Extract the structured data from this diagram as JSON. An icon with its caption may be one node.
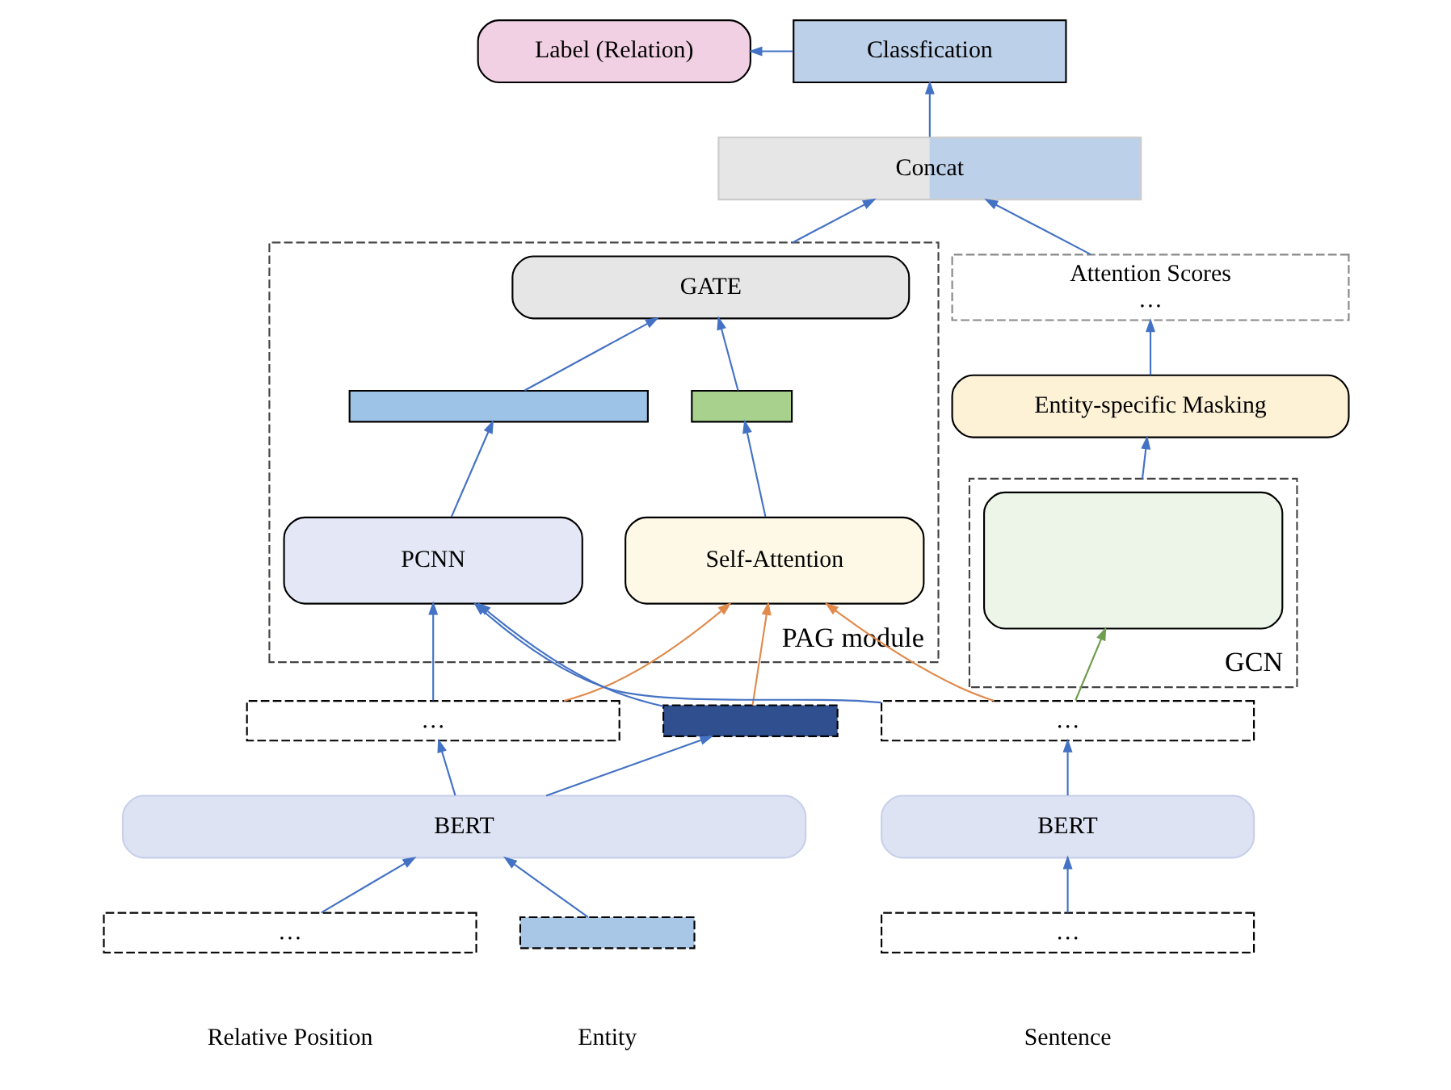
{
  "diagram": {
    "nodes": [
      {
        "text": [
          "Label (Relation)"
        ]
      },
      {
        "text": [
          "Classfication"
        ]
      },
      {
        "text": [
          "Concat"
        ]
      },
      {
        "text": [
          "PAG module"
        ]
      },
      {
        "text": [
          "GATE"
        ],
        "in": 3
      },
      {
        "text": [],
        "shape": "bar",
        "in": 3
      },
      {
        "text": [],
        "shape": "bar",
        "in": 3
      },
      {
        "text": [
          "PCNN"
        ],
        "in": 3
      },
      {
        "text": [
          "Self-Attention"
        ],
        "in": 3
      },
      {
        "text": [
          "Attention Scores",
          "…"
        ]
      },
      {
        "text": [
          "Entity-specific Masking"
        ]
      },
      {
        "text": [
          "GCN"
        ]
      },
      {
        "text": [],
        "shape": "box",
        "in": 11
      },
      {
        "text": [
          "…"
        ]
      },
      {
        "text": [],
        "shape": "bar"
      },
      {
        "text": [
          "…"
        ]
      },
      {
        "text": [
          "BERT"
        ]
      },
      {
        "text": [
          "BERT"
        ]
      },
      {
        "text": [
          "…"
        ],
        "beside": [
          "Relative Position"
        ]
      },
      {
        "text": [],
        "shape": "bar",
        "beside": [
          "Entity"
        ]
      },
      {
        "text": [
          "…"
        ],
        "beside": [
          "Sentence"
        ]
      }
    ],
    "edges": [
      {
        "from": 1,
        "to": 0,
        "arrow": "to"
      },
      {
        "from": 2,
        "to": 1,
        "arrow": "to"
      },
      {
        "from": 3,
        "to": 2,
        "arrow": "to"
      },
      {
        "from": 9,
        "to": 2,
        "arrow": "to"
      },
      {
        "from": 10,
        "to": 9,
        "arrow": "to"
      },
      {
        "from": 11,
        "to": 10,
        "arrow": "to"
      },
      {
        "from": 5,
        "to": 4,
        "arrow": "to"
      },
      {
        "from": 6,
        "to": 4,
        "arrow": "to"
      },
      {
        "from": 7,
        "to": 5,
        "arrow": "to"
      },
      {
        "from": 8,
        "to": 6,
        "arrow": "to"
      },
      {
        "from": 13,
        "to": 7,
        "arrow": "to"
      },
      {
        "from": 14,
        "to": 7,
        "arrow": "to"
      },
      {
        "from": 15,
        "to": 7,
        "arrow": "to"
      },
      {
        "from": 13,
        "to": 8,
        "arrow": "to",
        "color": "#e08a4c"
      },
      {
        "from": 14,
        "to": 8,
        "arrow": "to",
        "color": "#e08a4c"
      },
      {
        "from": 15,
        "to": 8,
        "arrow": "to",
        "color": "#e08a4c"
      },
      {
        "from": 15,
        "to": 12,
        "arrow": "to",
        "color": "#6f9e4f"
      },
      {
        "from": 16,
        "to": 13,
        "arrow": "to"
      },
      {
        "from": 16,
        "to": 14,
        "arrow": "to"
      },
      {
        "from": 17,
        "to": 15,
        "arrow": "to"
      },
      {
        "from": 18,
        "to": 16,
        "arrow": "to"
      },
      {
        "from": 19,
        "to": 16,
        "arrow": "to"
      },
      {
        "from": 20,
        "to": 17,
        "arrow": "to"
      }
    ]
  }
}
